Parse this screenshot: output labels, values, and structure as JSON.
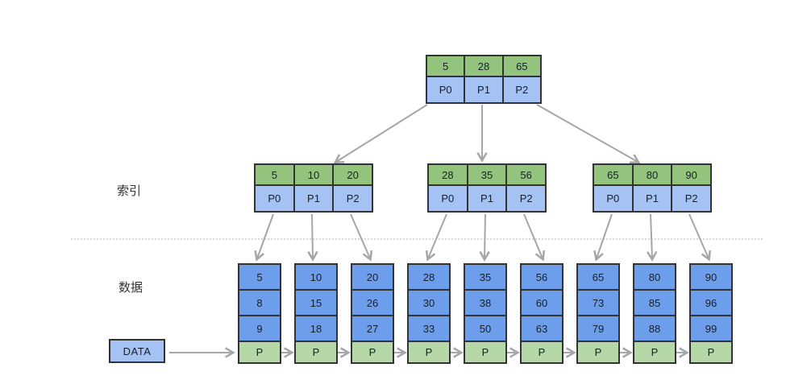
{
  "diagram": {
    "title_hint": "B+ tree index structure",
    "labels": {
      "index_label": "索引",
      "data_label": "数据",
      "data_box": "DATA"
    },
    "root": {
      "keys": [
        "5",
        "28",
        "65"
      ],
      "pointers": [
        "P0",
        "P1",
        "P2"
      ]
    },
    "index_nodes": [
      {
        "keys": [
          "5",
          "10",
          "20"
        ],
        "pointers": [
          "P0",
          "P1",
          "P2"
        ]
      },
      {
        "keys": [
          "28",
          "35",
          "56"
        ],
        "pointers": [
          "P0",
          "P1",
          "P2"
        ]
      },
      {
        "keys": [
          "65",
          "80",
          "90"
        ],
        "pointers": [
          "P0",
          "P1",
          "P2"
        ]
      }
    ],
    "data_blocks": [
      {
        "values": [
          "5",
          "8",
          "9"
        ],
        "pointer": "P"
      },
      {
        "values": [
          "10",
          "15",
          "18"
        ],
        "pointer": "P"
      },
      {
        "values": [
          "20",
          "26",
          "27"
        ],
        "pointer": "P"
      },
      {
        "values": [
          "28",
          "30",
          "33"
        ],
        "pointer": "P"
      },
      {
        "values": [
          "35",
          "38",
          "50"
        ],
        "pointer": "P"
      },
      {
        "values": [
          "56",
          "60",
          "63"
        ],
        "pointer": "P"
      },
      {
        "values": [
          "65",
          "73",
          "79"
        ],
        "pointer": "P"
      },
      {
        "values": [
          "80",
          "85",
          "88"
        ],
        "pointer": "P"
      },
      {
        "values": [
          "90",
          "96",
          "99"
        ],
        "pointer": "P"
      }
    ],
    "colors": {
      "key_cell": "#93c47d",
      "pointer_cell": "#a4c2f4",
      "data_cell": "#6d9eeb",
      "block_pointer_cell": "#b6d7a8",
      "border": "#333333",
      "arrow": "#a6a6a6",
      "divider": "#c9c9c9"
    }
  }
}
